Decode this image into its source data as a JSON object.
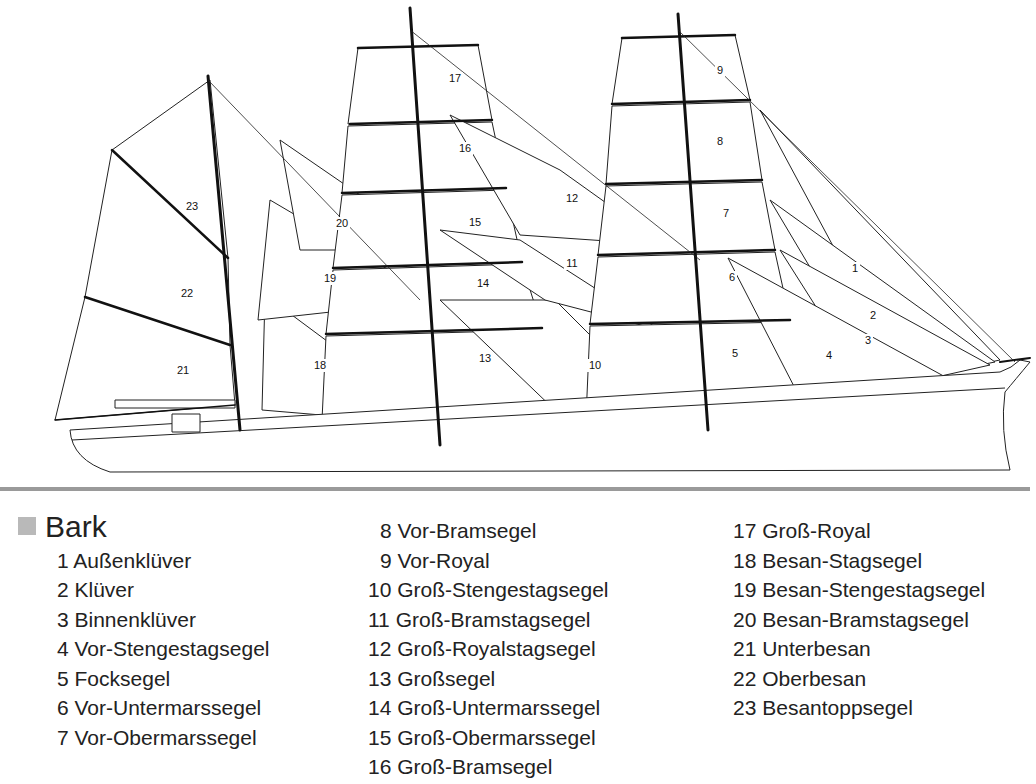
{
  "diagram": {
    "title": "Bark",
    "labels": [
      "1",
      "2",
      "3",
      "4",
      "5",
      "6",
      "7",
      "8",
      "9",
      "10",
      "11",
      "12",
      "13",
      "14",
      "15",
      "16",
      "17",
      "18",
      "19",
      "20",
      "21",
      "22",
      "23",
      "1 Außenklüver",
      "2 Klüver",
      "3 Binnenklüver",
      "4 Vor-Stengestagsegel",
      "5 Focksegel",
      "6 Vor-Untermarssegel",
      "7 Vor-Obermarssegel",
      "8 Vor-Bramsegel",
      "9 Vor-Royal",
      "10 Groß-Stengestagsegel",
      "11 Groß-Bramstagsegel",
      "12 Groß-Royalstagsegel",
      "13 Großsegel",
      "14 Groß-Untermarssegel",
      "15 Groß-Obermarssegel",
      "16 Groß-Bramsegel",
      "17 Groß-Royal",
      "18 Besan-Stagsegel",
      "19 Besan-Stengestagsegel",
      "20 Besan-Bramstagsegel",
      "21 Unterbesan",
      "22 Oberbesan",
      "23 Besantoppsegel"
    ]
  }
}
